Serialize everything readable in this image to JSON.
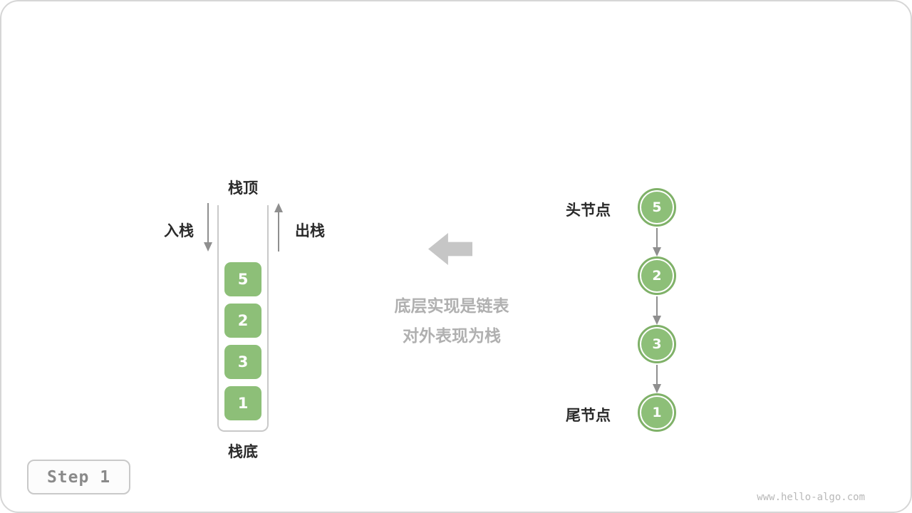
{
  "page": {
    "step_label": "Step 1",
    "watermark": "www.hello-algo.com"
  },
  "stack": {
    "top_label": "栈顶",
    "bottom_label": "栈底",
    "push_label": "入栈",
    "pop_label": "出栈",
    "items": [
      "5",
      "2",
      "3",
      "1"
    ]
  },
  "caption": {
    "line1": "底层实现是链表",
    "line2": "对外表现为栈"
  },
  "linked_list": {
    "head_label": "头节点",
    "tail_label": "尾节点",
    "nodes": [
      "5",
      "2",
      "3",
      "1"
    ]
  },
  "colors": {
    "node_green": "#8dbf78",
    "node_ring_green": "#7fb168",
    "arrow_gray": "#8f8f8f",
    "big_arrow_gray": "#c6c6c6",
    "caption_gray": "#b0b0b0",
    "border_gray": "#c9c9c9"
  }
}
